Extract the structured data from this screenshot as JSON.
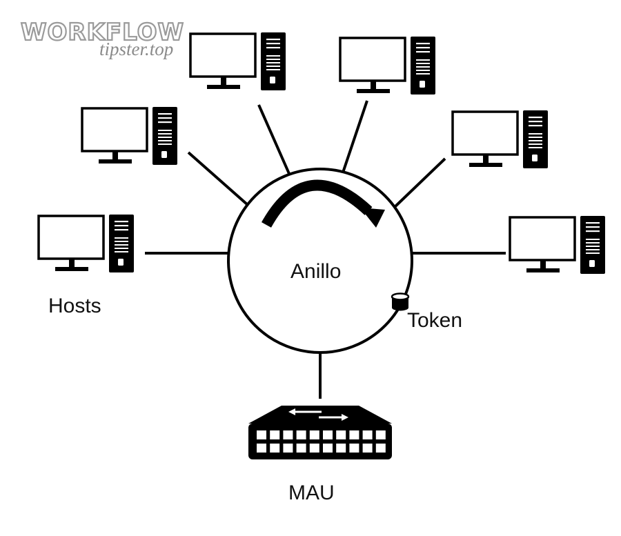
{
  "watermark": {
    "main": "WORKFLOW",
    "sub": "tipster.top"
  },
  "diagram": {
    "ring_label": "Anillo",
    "token_label": "Token",
    "hosts_label": "Hosts",
    "hub_label": "MAU"
  },
  "icons": [
    "computer-icon",
    "network-switch-icon",
    "token-icon",
    "rotation-arrow-icon"
  ],
  "colors": {
    "stroke": "#000000",
    "background": "#ffffff"
  }
}
